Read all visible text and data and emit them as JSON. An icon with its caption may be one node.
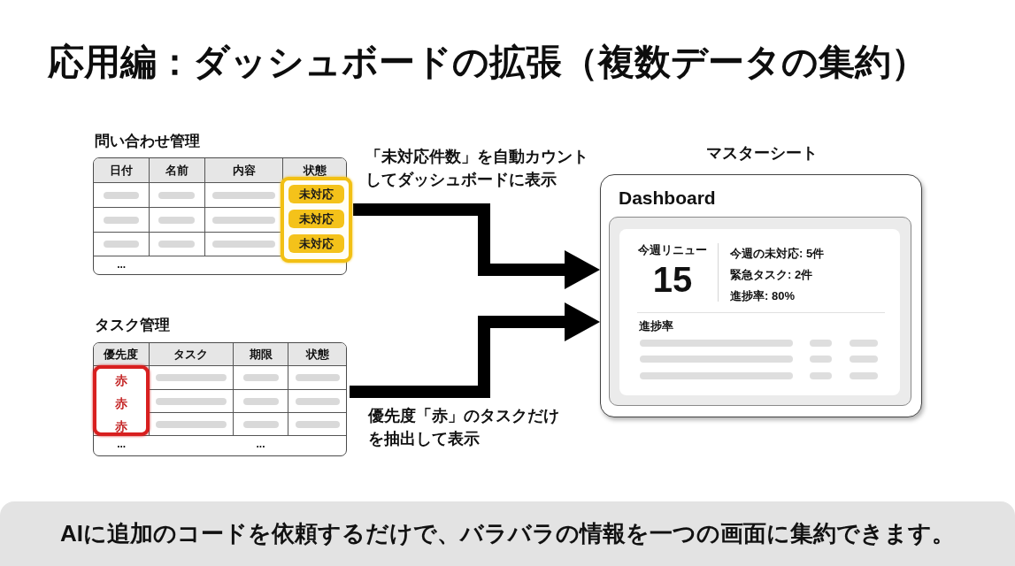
{
  "diagram": {
    "title": "応用編：ダッシュボードの拡張（複数データの集約）",
    "caption": "AIに追加のコードを依頼するだけで、バラバラの情報を一つの画面に集約できます。",
    "nodes": [
      {
        "text": [
          "問い合わせ管理",
          "日付",
          "名前",
          "内容",
          "状態",
          "..."
        ]
      },
      {
        "text": [],
        "shape": "box",
        "in": 0
      },
      {
        "text": [
          "未対応"
        ],
        "in": 1
      },
      {
        "text": [
          "未対応"
        ],
        "in": 1
      },
      {
        "text": [
          "未対応"
        ],
        "in": 1
      },
      {
        "text": [
          "タスク管理",
          "優先度",
          "タスク",
          "期限",
          "状態",
          "...",
          "..."
        ]
      },
      {
        "text": [
          "赤",
          "赤",
          "赤"
        ],
        "in": 5
      },
      {
        "text": [
          "マスターシート",
          "Dashboard"
        ]
      },
      {
        "text": [
          "今週リニュー",
          "15",
          "今週の未対応: 5件",
          "緊急タスク: 2件",
          "進捗率: 80%",
          "進捗率"
        ],
        "in": 7
      }
    ],
    "edges": [
      {
        "from": 0,
        "to": 7,
        "arrow": "to",
        "label": "「未対応件数」を自動カウントしてダッシュボードに表示"
      },
      {
        "from": 5,
        "to": 7,
        "arrow": "to",
        "label": "優先度「赤」のタスクだけを抽出して表示"
      }
    ]
  }
}
